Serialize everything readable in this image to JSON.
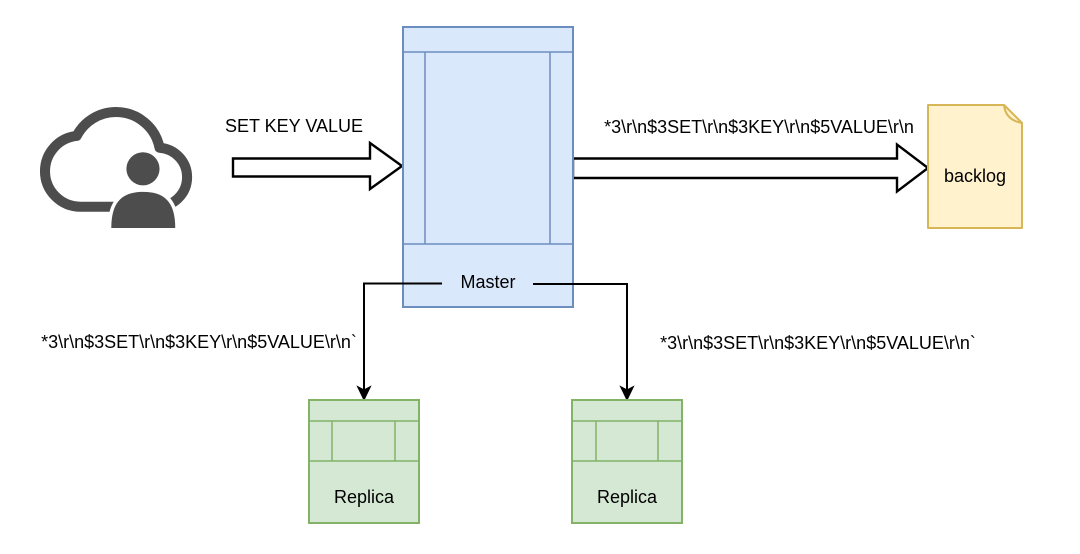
{
  "labels": {
    "client_command": "SET KEY VALUE",
    "resp_to_backlog": "*3\\r\\n$3SET\\r\\n$3KEY\\r\\n$5VALUE\\r\\n",
    "resp_to_replica_left": "*3\\r\\n$3SET\\r\\n$3KEY\\r\\n$5VALUE\\r\\n`",
    "resp_to_replica_right": "*3\\r\\n$3SET\\r\\n$3KEY\\r\\n$5VALUE\\r\\n`",
    "master": "Master",
    "replica_left": "Replica",
    "replica_right": "Replica",
    "backlog": "backlog"
  },
  "icons": {
    "client": "cloud-user-icon"
  },
  "colors": {
    "master_fill": "#dae8fc",
    "master_stroke": "#6c8ebf",
    "replica_fill": "#d5e8d4",
    "replica_stroke": "#82b366",
    "backlog_fill": "#fff2cc",
    "backlog_stroke": "#d6b656",
    "arrow_fill": "#ffffff",
    "line_color": "#000000",
    "icon_color": "#4d4d4d",
    "text_color": "#000000",
    "background": "#ffffff"
  }
}
